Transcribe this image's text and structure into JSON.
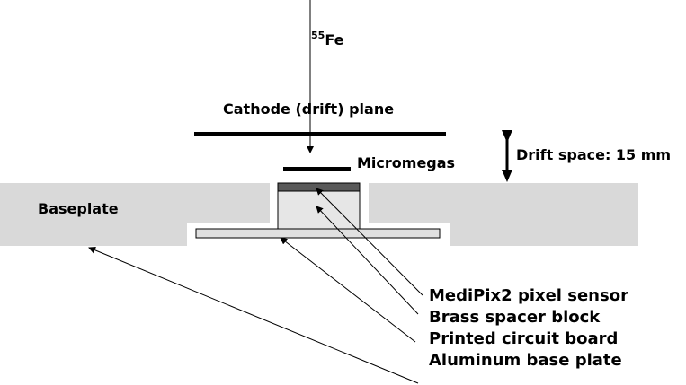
{
  "labels": {
    "source_mass": "55",
    "source_element": "Fe",
    "cathode": "Cathode (drift) plane",
    "micromegas": "Micromegas",
    "drift_space": "Drift space: 15 mm",
    "baseplate": "Baseplate"
  },
  "legend": [
    "MediPix2 pixel sensor",
    "Brass spacer block",
    "Printed circuit board",
    "Aluminum base plate"
  ],
  "colors": {
    "baseplate_fill": "#d9d9d9",
    "spacer_fill": "#e6e6e6",
    "sensor_fill": "#595959",
    "pcb_fill": "#e0e0e0",
    "line": "#000000"
  }
}
